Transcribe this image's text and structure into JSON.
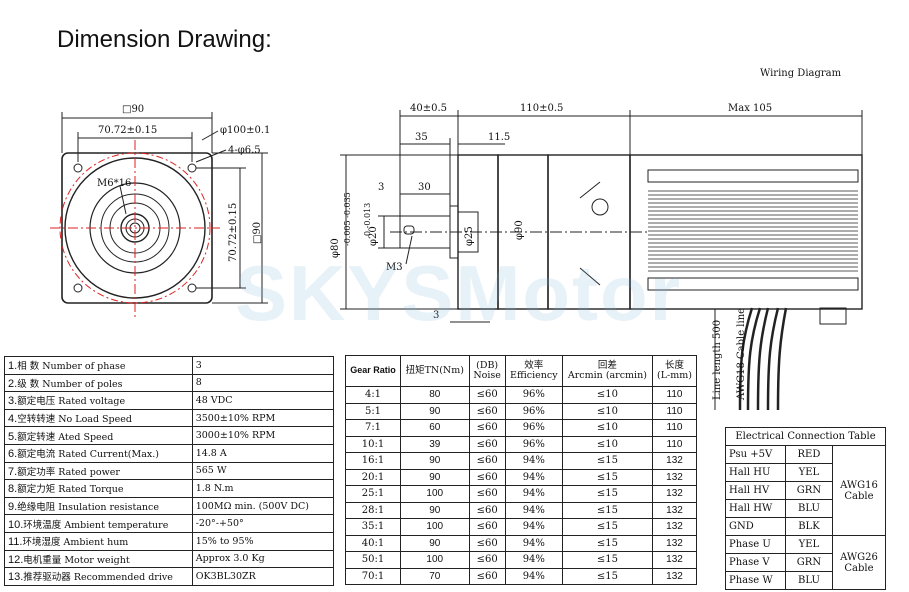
{
  "title": "Dimension Drawing:",
  "wiring_title": "Wiring Diagram",
  "watermark": "SKYSMotor",
  "front_view": {
    "square": "□90",
    "width": "70.72±0.15",
    "bolt_circle": "φ100±0.1",
    "holes": "4-φ6.5",
    "thread": "M6*16",
    "height": "70.72±0.15",
    "square_side": "□90"
  },
  "side_view": {
    "dim_40": "40±0.5",
    "dim_110": "110±0.5",
    "dim_max": "Max 105",
    "dim_35": "35",
    "dim_11_5": "11.5",
    "dim_3_top": "3",
    "dim_30": "30",
    "dim_3_bottom": "3",
    "phi80": "φ80",
    "phi80_tol": "-0.005 -0.035",
    "phi20": "φ20",
    "phi20_tol": "0 -0.013",
    "phi25": "φ25",
    "phi90": "φ90",
    "m3": "M3",
    "line_length": "Line length 500",
    "cable_line": "AWG18 Cable line"
  },
  "specs": [
    {
      "no": "1.",
      "label": "相 数 Number of phase",
      "value": "3"
    },
    {
      "no": "2.",
      "label": "级 数 Number of poles",
      "value": "8"
    },
    {
      "no": "3.",
      "label": "额定电压 Rated voltage",
      "value": "48 VDC"
    },
    {
      "no": "4.",
      "label": "空转转速 No Load Speed",
      "value": "3500±10% RPM"
    },
    {
      "no": "5.",
      "label": "额定转速 Ated Speed",
      "value": "3000±10% RPM"
    },
    {
      "no": "6.",
      "label": "额定电流 Rated Current(Max.)",
      "value": "14.8 A"
    },
    {
      "no": "7.",
      "label": "额定功率 Rated power",
      "value": "565 W"
    },
    {
      "no": "8.",
      "label": "额定力矩 Rated Torque",
      "value": "1.8 N.m"
    },
    {
      "no": "9.",
      "label": "绝缘电阻 Insulation resistance",
      "value": "100MΩ min. (500V DC)"
    },
    {
      "no": "10.",
      "label": "环境温度 Ambient temperature",
      "value": "-20°-+50°"
    },
    {
      "no": "11.",
      "label": "环境湿度 Ambient hum",
      "value": "15% to 95%"
    },
    {
      "no": "12.",
      "label": "电机重量 Motor weight",
      "value": "Approx 3.0 Kg"
    },
    {
      "no": "13.",
      "label": "推荐驱动器 Recommended drive",
      "value": "OK3BL30ZR"
    }
  ],
  "gear_table": {
    "headers": [
      "Gear Ratio",
      "扭矩TN(Nm)",
      "(DB)\nNoise",
      "效率\nEfficiency",
      "回差\nArcmin (arcmin)",
      "长度\n(L-mm)"
    ],
    "rows": [
      [
        "4:1",
        "80",
        "≤60",
        "96%",
        "≤10",
        "110"
      ],
      [
        "5:1",
        "90",
        "≤60",
        "96%",
        "≤10",
        "110"
      ],
      [
        "7:1",
        "60",
        "≤60",
        "96%",
        "≤10",
        "110"
      ],
      [
        "10:1",
        "39",
        "≤60",
        "96%",
        "≤10",
        "110"
      ],
      [
        "16:1",
        "90",
        "≤60",
        "94%",
        "≤15",
        "132"
      ],
      [
        "20:1",
        "90",
        "≤60",
        "94%",
        "≤15",
        "132"
      ],
      [
        "25:1",
        "100",
        "≤60",
        "94%",
        "≤15",
        "132"
      ],
      [
        "28:1",
        "90",
        "≤60",
        "94%",
        "≤15",
        "132"
      ],
      [
        "35:1",
        "100",
        "≤60",
        "94%",
        "≤15",
        "132"
      ],
      [
        "40:1",
        "90",
        "≤60",
        "94%",
        "≤15",
        "132"
      ],
      [
        "50:1",
        "100",
        "≤60",
        "94%",
        "≤15",
        "132"
      ],
      [
        "70:1",
        "70",
        "≤60",
        "94%",
        "≤15",
        "132"
      ]
    ]
  },
  "connection_table": {
    "caption": "Electrical Connection Table",
    "rows": [
      {
        "name": "Psu +5V",
        "color": "RED"
      },
      {
        "name": "Hall HU",
        "color": "YEL"
      },
      {
        "name": "Hall HV",
        "color": "GRN"
      },
      {
        "name": "Hall HW",
        "color": "BLU"
      },
      {
        "name": "GND",
        "color": "BLK"
      },
      {
        "name": "Phase U",
        "color": "YEL"
      },
      {
        "name": "Phase V",
        "color": "GRN"
      },
      {
        "name": "Phase W",
        "color": "BLU"
      }
    ],
    "group1": "AWG16\nCable",
    "group2": "AWG26\nCable"
  }
}
